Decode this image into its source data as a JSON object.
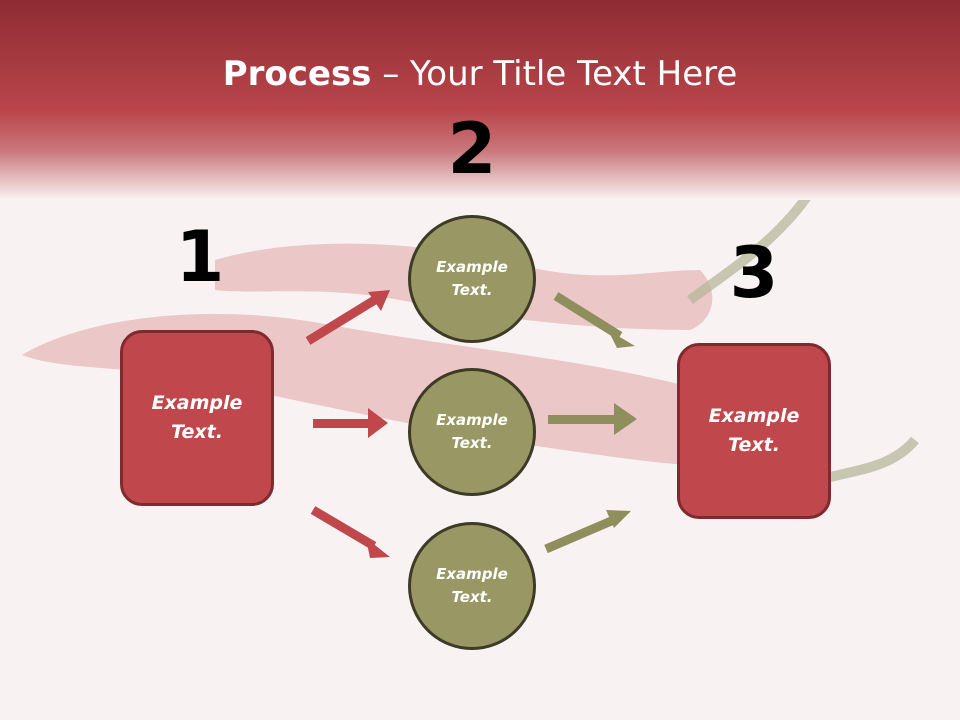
{
  "slide": {
    "title_bold": "Process",
    "title_rest": " – Your Title Text Here"
  },
  "steps": {
    "n1": "1",
    "n2": "2",
    "n3": "3"
  },
  "box_left": {
    "line1": "Example",
    "line2": "Text."
  },
  "box_right": {
    "line1": "Example",
    "line2": "Text."
  },
  "circles": [
    {
      "line1": "Example",
      "line2": "Text."
    },
    {
      "line1": "Example",
      "line2": "Text."
    },
    {
      "line1": "Example",
      "line2": "Text."
    }
  ],
  "colors": {
    "header": "#b9454b",
    "box": "#c0474c",
    "circle": "#999865",
    "arrow_red": "#c0474c",
    "arrow_olive": "#8f8f5e"
  }
}
